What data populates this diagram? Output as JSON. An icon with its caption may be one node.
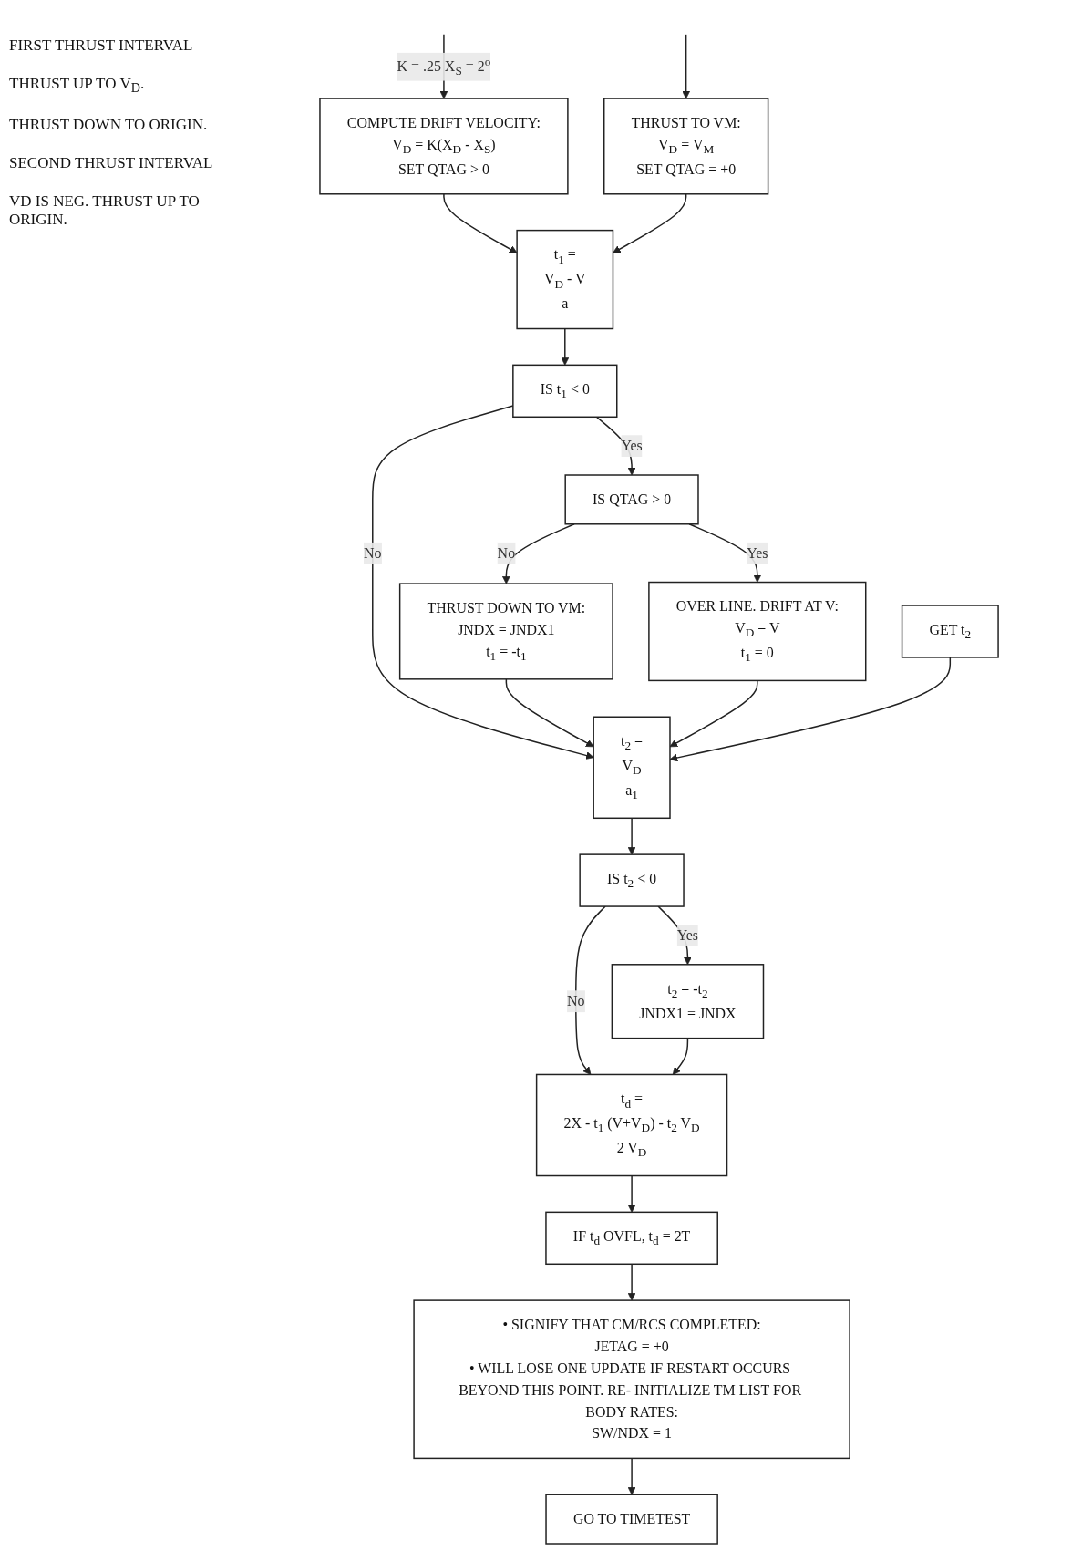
{
  "diagram": {
    "nodes": [
      {
        "text": [
          "COMPUTE DRIFT VELOCITY:",
          "V$_{D}$ = K(X$_{D}$ - X$_{S}$)",
          "SET QTAG > 0"
        ]
      },
      {
        "text": [
          "THRUST TO VM:",
          "V$_{D}$ = V$_{M}$",
          "SET QTAG = +0"
        ]
      },
      {
        "text": [
          "t$_{1}$ =",
          "V$_{D}$ - V",
          "a"
        ]
      },
      {
        "text": [
          "IS t$_{1}$ < 0"
        ]
      },
      {
        "text": [
          "IS QTAG > 0"
        ]
      },
      {
        "text": [
          "THRUST DOWN TO VM:",
          "JNDX = JNDX1",
          "t$_{1}$ = -t$_{1}$"
        ]
      },
      {
        "text": [
          "OVER LINE. DRIFT AT V:",
          "V$_{D}$ = V",
          "t$_{1}$ = 0"
        ]
      },
      {
        "text": [
          "GET t$_{2}$"
        ]
      },
      {
        "text": [
          "t$_{2}$ =",
          "V$_{D}$",
          "a$_{1}$"
        ]
      },
      {
        "text": [
          "IS t$_{2}$ < 0"
        ]
      },
      {
        "text": [
          "t$_{2}$ = -t$_{2}$",
          "JNDX1 = JNDX"
        ]
      },
      {
        "text": [
          "t$_{d}$ =",
          "2X - t$_{1}$ (V+V$_{D}$) - t$_{2}$ V$_{D}$",
          "2 V$_{D}$"
        ]
      },
      {
        "text": [
          "IF t$_{d}$ OVFL, t$_{d}$ = 2T"
        ]
      },
      {
        "text": [
          "• SIGNIFY THAT CM/RCS COMPLETED:",
          "JETAG = +0",
          "• WILL LOSE ONE UPDATE IF RESTART OCCURS BEYOND THIS POINT. RE- INITIALIZE TM LIST FOR BODY RATES:",
          "SW/NDX = 1"
        ]
      },
      {
        "text": [
          "GO TO TIMETEST"
        ]
      }
    ],
    "edges": [
      {
        "from": null,
        "to": 0,
        "arrow": "to",
        "label": "K = .25 X$_{S}$ = 2$^{o}$"
      },
      {
        "from": null,
        "to": 1,
        "arrow": "to"
      },
      {
        "from": 0,
        "to": 2,
        "arrow": "to"
      },
      {
        "from": 1,
        "to": 2,
        "arrow": "to"
      },
      {
        "from": 2,
        "to": 3,
        "arrow": "to"
      },
      {
        "from": 3,
        "to": 4,
        "arrow": "to",
        "label": "Yes"
      },
      {
        "from": 3,
        "to": 8,
        "arrow": "to",
        "label": "No"
      },
      {
        "from": 4,
        "to": 5,
        "arrow": "to",
        "label": "No"
      },
      {
        "from": 4,
        "to": 6,
        "arrow": "to",
        "label": "Yes"
      },
      {
        "from": 5,
        "to": 8,
        "arrow": "to"
      },
      {
        "from": 6,
        "to": 8,
        "arrow": "to"
      },
      {
        "from": 7,
        "to": 8,
        "arrow": "to"
      },
      {
        "from": 8,
        "to": 9,
        "arrow": "to"
      },
      {
        "from": 9,
        "to": 10,
        "arrow": "to",
        "label": "Yes"
      },
      {
        "from": 9,
        "to": 11,
        "arrow": "to",
        "label": "No"
      },
      {
        "from": 10,
        "to": 11,
        "arrow": "to"
      },
      {
        "from": 11,
        "to": 12,
        "arrow": "to"
      },
      {
        "from": 12,
        "to": 13,
        "arrow": "to"
      },
      {
        "from": 13,
        "to": 14,
        "arrow": "to"
      }
    ],
    "labels": [
      "FIRST THRUST INTERVAL",
      "THRUST UP TO V$_{D}$.",
      "THRUST DOWN TO ORIGIN.",
      "SECOND THRUST INTERVAL",
      "VD IS NEG. THRUST UP TO ORIGIN."
    ]
  }
}
